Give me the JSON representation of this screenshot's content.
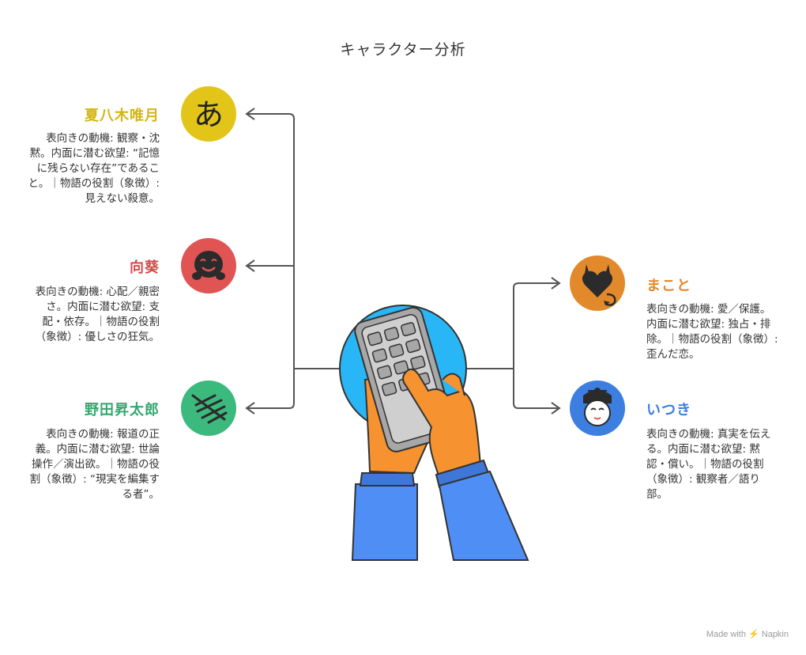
{
  "title": "キャラクター分析",
  "colors": {
    "connector": "#555555",
    "hub": "#29b6f6",
    "sleeve": "#4f8ef5",
    "hand": "#f6922f",
    "calculator": "#a7a7a7"
  },
  "characters": [
    {
      "name": "夏八木唯月",
      "color": "#e3c51a",
      "icon": "hiragana-a-icon",
      "glyph": "あ",
      "description": "表向きの動機: 観察・沈黙。内面に潜む欲望: “記憶に残らない存在”であること。｜物語の役割（象徴）: 見えない殺意。"
    },
    {
      "name": "向葵",
      "color": "#e05454",
      "icon": "smiling-face-icon",
      "description": "表向きの動機: 心配／親密さ。内面に潜む欲望: 支配・依存。｜物語の役割（象徴）: 優しさの狂気。"
    },
    {
      "name": "野田昇太郎",
      "color": "#3cba7e",
      "icon": "hand-writing-icon",
      "description": "表向きの動機: 報道の正義。内面に潜む欲望: 世論操作／演出欲。｜物語の役割（象徴）: “現実を編集する者”。"
    },
    {
      "name": "まこと",
      "color": "#e28a2b",
      "icon": "devil-heart-icon",
      "description": "表向きの動機: 愛／保護。内面に潜む欲望: 独占・排除。｜物語の役割（象徴）: 歪んだ恋。"
    },
    {
      "name": "いつき",
      "color": "#3d7fe0",
      "icon": "geisha-face-icon",
      "description": "表向きの動機: 真実を伝える。内面に潜む欲望: 黙認・償い。｜物語の役割（象徴）: 観察者／語り部。"
    }
  ],
  "watermark": "Made with ⚡ Napkin"
}
